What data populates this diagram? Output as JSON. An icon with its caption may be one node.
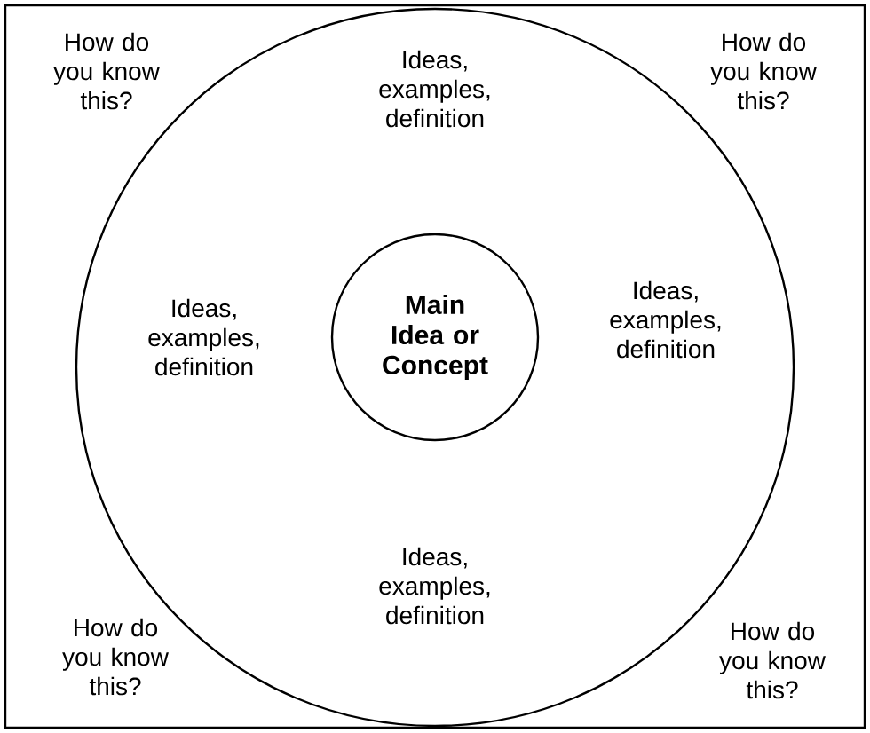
{
  "diagram": {
    "nodes": [
      {
        "text": [
          "Ideas, examples, definition",
          "Ideas, examples, definition",
          "Ideas, examples, definition",
          "Ideas, examples, definition"
        ]
      },
      {
        "text": [
          "Main Idea or Concept"
        ],
        "in": 0
      }
    ],
    "labels": [
      "How do you know this?",
      "How do you know this?",
      "How do you know this?",
      "How do you know this?"
    ]
  }
}
